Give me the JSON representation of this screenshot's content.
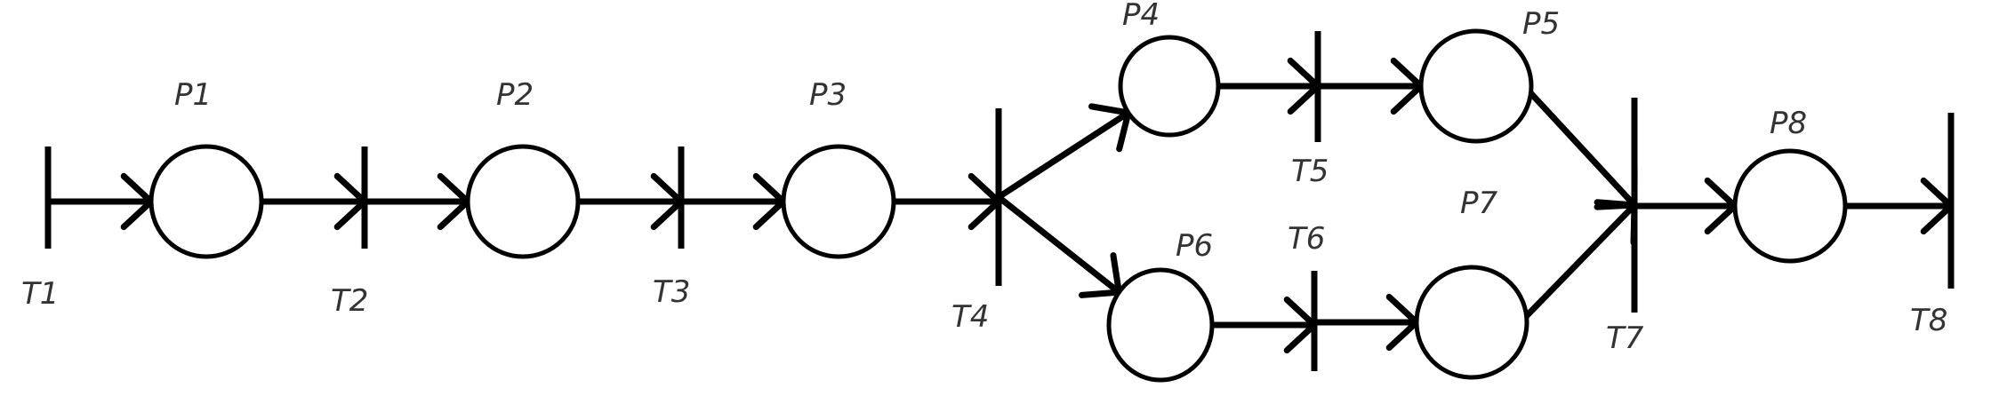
{
  "places": [
    {
      "id": "p1",
      "label": "P1"
    },
    {
      "id": "p2",
      "label": "P2"
    },
    {
      "id": "p3",
      "label": "P3"
    },
    {
      "id": "p4",
      "label": "P4"
    },
    {
      "id": "p5",
      "label": "P5"
    },
    {
      "id": "p6",
      "label": "P6"
    },
    {
      "id": "p7",
      "label": "P7"
    },
    {
      "id": "p8",
      "label": "P8"
    }
  ],
  "transitions": [
    {
      "id": "t1",
      "label": "T1"
    },
    {
      "id": "t2",
      "label": "T2"
    },
    {
      "id": "t3",
      "label": "T3"
    },
    {
      "id": "t4",
      "label": "T4"
    },
    {
      "id": "t5",
      "label": "T5"
    },
    {
      "id": "t6",
      "label": "T6"
    },
    {
      "id": "t7",
      "label": "T7"
    },
    {
      "id": "t8",
      "label": "T8"
    }
  ],
  "arcs": [
    {
      "from": "t1",
      "to": "p1"
    },
    {
      "from": "p1",
      "to": "t2"
    },
    {
      "from": "t2",
      "to": "p2"
    },
    {
      "from": "p2",
      "to": "t3"
    },
    {
      "from": "t3",
      "to": "p3"
    },
    {
      "from": "p3",
      "to": "t4"
    },
    {
      "from": "t4",
      "to": "p4"
    },
    {
      "from": "t4",
      "to": "p6"
    },
    {
      "from": "p4",
      "to": "t5"
    },
    {
      "from": "t5",
      "to": "p5"
    },
    {
      "from": "p6",
      "to": "t6"
    },
    {
      "from": "t6",
      "to": "p7"
    },
    {
      "from": "p5",
      "to": "t7"
    },
    {
      "from": "p7",
      "to": "t7"
    },
    {
      "from": "t7",
      "to": "p8"
    },
    {
      "from": "p8",
      "to": "t8"
    }
  ]
}
